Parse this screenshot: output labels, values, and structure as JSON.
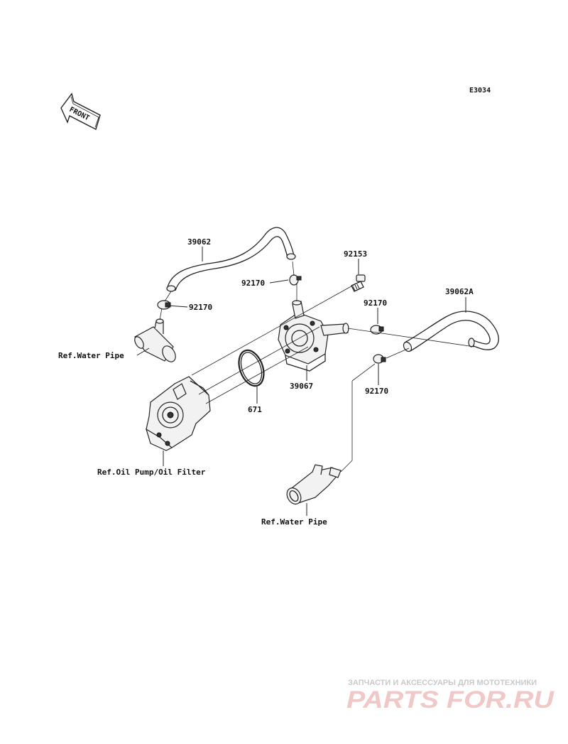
{
  "diagram_code": "E3034",
  "front_label": "FRONT",
  "parts": {
    "hose_main": "39062",
    "hose_a": "39062A",
    "bolt": "92153",
    "clamp_top": "92170",
    "clamp_left": "92170",
    "clamp_right_upper": "92170",
    "clamp_right_lower": "92170",
    "oil_cooler": "39067",
    "o_ring": "671"
  },
  "references": {
    "water_pipe_left": "Ref.Water Pipe",
    "oil_pump": "Ref.Oil Pump/Oil Filter",
    "water_pipe_bottom": "Ref.Water Pipe"
  },
  "watermark": {
    "tagline": "ЗАПЧАСТИ И АКСЕССУАРЫ ДЛЯ МОТОТЕХНИКИ",
    "site": "PARTS FOR.RU"
  }
}
